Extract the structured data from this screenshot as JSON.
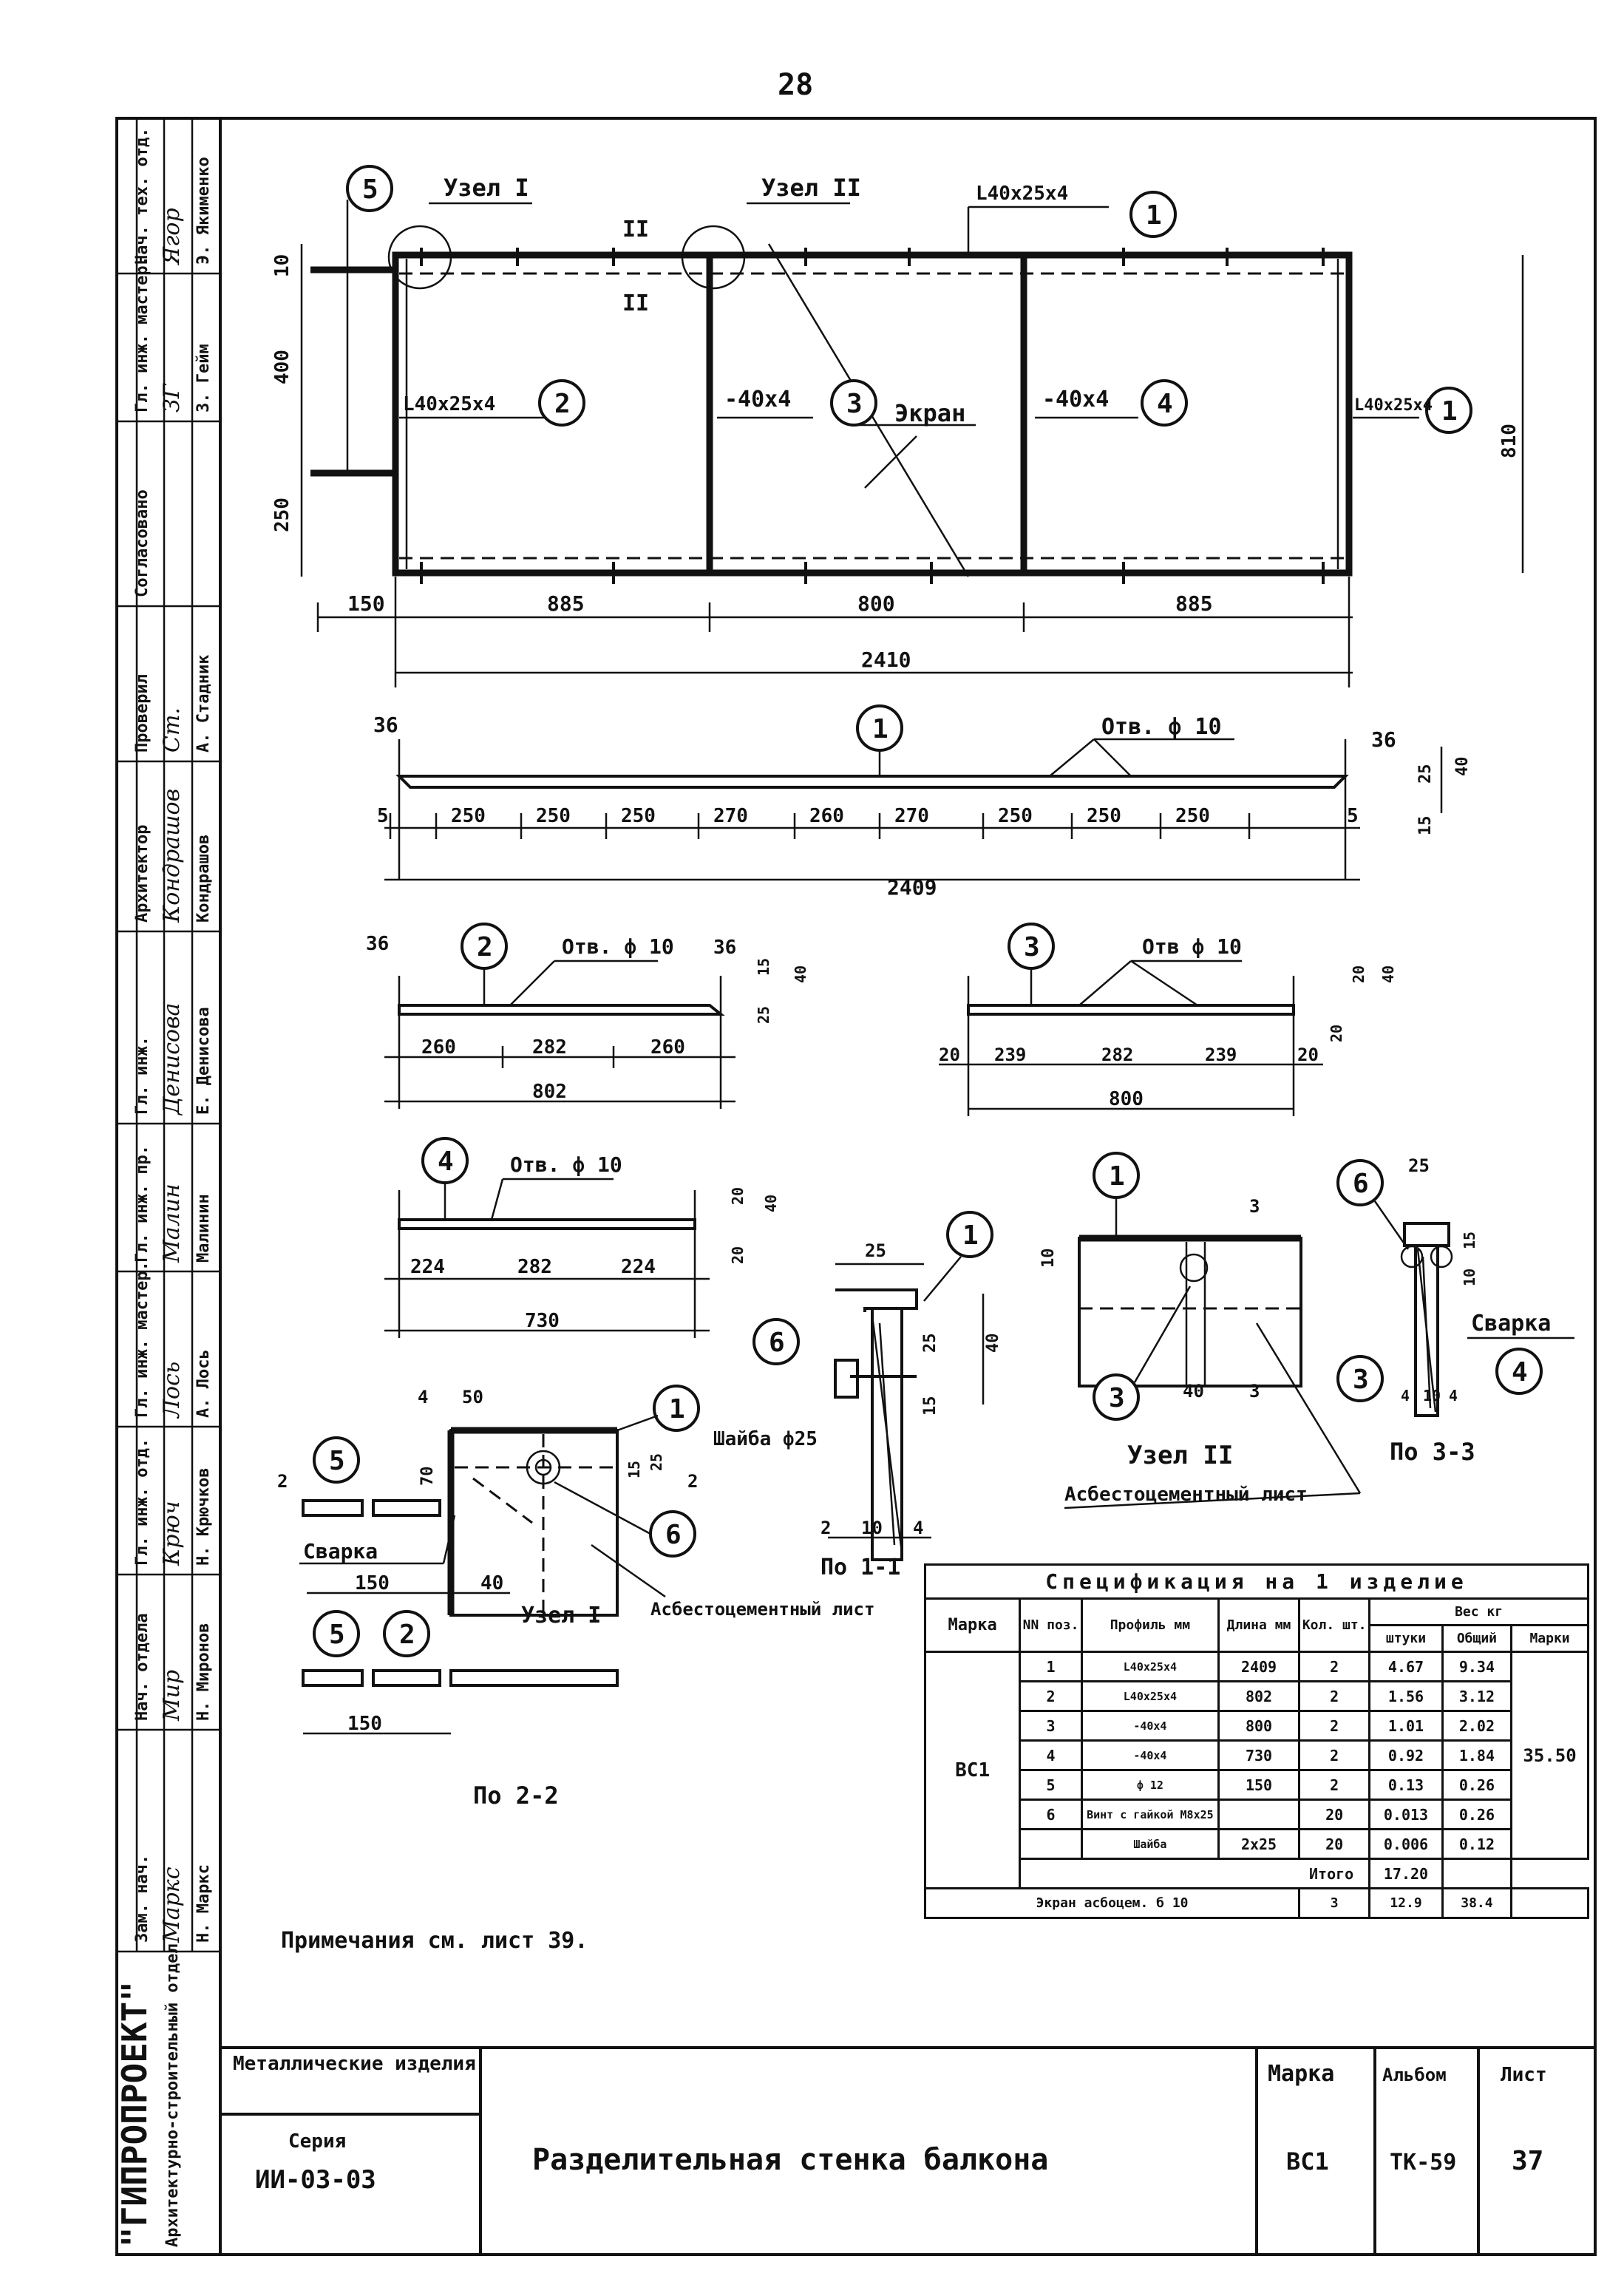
{
  "page_number": "28",
  "side_stamp": {
    "rows": [
      {
        "role": "Нач. тех. отд.",
        "name": "Э. Якименко",
        "sig": "Ягор"
      },
      {
        "role": "Гл. инж. мастер.",
        "name": "З. Гейм",
        "sig": "ЗГ"
      },
      {
        "role": "Согласовано",
        "name": "",
        "sig": ""
      },
      {
        "role": "Проверил",
        "name": "А. Стадник",
        "sig": "Ст."
      },
      {
        "role": "Архитектор",
        "name": "Кондрашов",
        "sig": "Кондрашов"
      },
      {
        "role": "Гл. инж.",
        "name": "Е. Денисова",
        "sig": "Денисова"
      },
      {
        "role": "Гл. инж. пр.",
        "name": "Малинин",
        "sig": "Малин"
      },
      {
        "role": "Гл. инж. мастер.",
        "name": "А. Лось",
        "sig": "Лось"
      },
      {
        "role": "Гл. инж. отд.",
        "name": "Н. Крючков",
        "sig": "Крюч"
      },
      {
        "role": "Нач. отдела",
        "name": "Н. Миронов",
        "sig": "Мир"
      },
      {
        "role": "Зам. нач.",
        "name": "Н. Маркс",
        "sig": "Маркс"
      }
    ],
    "org_name": "\"ГИПРОПРОЕКТ\"",
    "org_sub": "Архитектурно-строительный отдел"
  },
  "main_view": {
    "labels": {
      "pos5": "5",
      "pos1": "1",
      "pos2": "2",
      "pos3": "3",
      "pos4": "4",
      "uzel1": "Узел I",
      "uzel2": "Узел II",
      "prof_top": "L40x25x4",
      "prof_left": "L40x25x4",
      "prof_right": "L40x25x4",
      "strip_mid": "-40x4",
      "strip_right": "-40x4",
      "screen": "Экран",
      "cut_mark": "II"
    },
    "dims_bottom": [
      "150",
      "885",
      "800",
      "885"
    ],
    "dim_total": "2410",
    "dims_left": [
      "10",
      "400",
      "250"
    ],
    "dim_right": "810"
  },
  "detail_bar1": {
    "pos": "1",
    "hole": "Отв. ф 10",
    "end_left": "36",
    "end_right": "36",
    "dims": [
      "5",
      "250",
      "250",
      "250",
      "270",
      "260",
      "270",
      "250",
      "250",
      "250",
      "5"
    ],
    "total": "2409",
    "side": [
      "15",
      "25",
      "40"
    ]
  },
  "detail_bar2": {
    "pos": "2",
    "hole": "Отв. ф 10",
    "end_left": "36",
    "end_right": "36",
    "dims": [
      "260",
      "282",
      "260"
    ],
    "total": "802",
    "side": [
      "25",
      "15",
      "40"
    ]
  },
  "detail_bar3": {
    "pos": "3",
    "hole": "Отв ф 10",
    "dims": [
      "20",
      "239",
      "282",
      "239",
      "20"
    ],
    "total": "800",
    "side": [
      "20",
      "20",
      "40"
    ]
  },
  "detail_bar4": {
    "pos": "4",
    "hole": "Отв. ф 10",
    "dims": [
      "224",
      "282",
      "224"
    ],
    "total": "730",
    "side": [
      "20",
      "20",
      "40"
    ]
  },
  "section_11": {
    "pos1": "1",
    "pos6": "6",
    "washer": "Шайба ф25",
    "dims": [
      "25",
      "10",
      "25",
      "15",
      "40"
    ],
    "bottom": [
      "2",
      "10",
      "4"
    ],
    "title": "По 1-1"
  },
  "node_2": {
    "pos1": "1",
    "pos3": "3",
    "dims": [
      "10",
      "40",
      "3"
    ],
    "title": "Узел II",
    "sheet": "Асбестоцементный лист"
  },
  "section_33": {
    "pos6": "6",
    "pos3": "3",
    "pos4": "4",
    "weld": "Сварка",
    "dims": [
      "25",
      "15",
      "10",
      "4",
      "10",
      "4"
    ],
    "title": "По 3-3"
  },
  "node_1": {
    "pos5a": "5",
    "pos1": "1",
    "pos6": "6",
    "pos5b": "5",
    "pos2": "2",
    "weld": "Сварка",
    "dims": [
      "4",
      "50",
      "70",
      "15",
      "25",
      "150",
      "40",
      "150"
    ],
    "cut": "2",
    "title": "Узел I",
    "sheet": "Асбестоцементный лист",
    "title_22": "По 2-2"
  },
  "spec": {
    "title": "Спецификация на 1 изделие",
    "headers": {
      "mark": "Марка",
      "pos": "NN поз.",
      "profile": "Профиль мм",
      "length": "Длина мм",
      "qty": "Кол. шт.",
      "weight": "Вес кг",
      "w_piece": "штуки",
      "w_total": "Общий",
      "w_mark": "Марки"
    },
    "mark": "ВС1",
    "rows": [
      {
        "pos": "1",
        "profile": "L40x25x4",
        "length": "2409",
        "qty": "2",
        "w_piece": "4.67",
        "w_total": "9.34"
      },
      {
        "pos": "2",
        "profile": "L40x25x4",
        "length": "802",
        "qty": "2",
        "w_piece": "1.56",
        "w_total": "3.12"
      },
      {
        "pos": "3",
        "profile": "-40x4",
        "length": "800",
        "qty": "2",
        "w_piece": "1.01",
        "w_total": "2.02"
      },
      {
        "pos": "4",
        "profile": "-40x4",
        "length": "730",
        "qty": "2",
        "w_piece": "0.92",
        "w_total": "1.84"
      },
      {
        "pos": "5",
        "profile": "ф 12",
        "length": "150",
        "qty": "2",
        "w_piece": "0.13",
        "w_total": "0.26"
      },
      {
        "pos": "6",
        "profile": "Винт с гайкой М8x25",
        "length": "",
        "qty": "20",
        "w_piece": "0.013",
        "w_total": "0.26"
      },
      {
        "pos": "",
        "profile": "Шайба",
        "length": "2x25",
        "qty": "20",
        "w_piece": "0.006",
        "w_total": "0.12"
      }
    ],
    "w_mark": "35.50",
    "total_label": "Итого",
    "total": "17.20",
    "screen_row": {
      "label": "Экран асбоцем. б 10",
      "qty": "3",
      "w_piece": "12.9",
      "w_total": "38.4"
    }
  },
  "note": "Примечания см. лист 39.",
  "title_block": {
    "category": "Металлические изделия",
    "series_label": "Серия",
    "series": "ИИ-03-03",
    "title": "Разделительная стенка балкона",
    "mark_label": "Марка",
    "mark": "ВС1",
    "album_label": "Альбом",
    "album": "ТК-59",
    "sheet_label": "Лист",
    "sheet": "37"
  }
}
